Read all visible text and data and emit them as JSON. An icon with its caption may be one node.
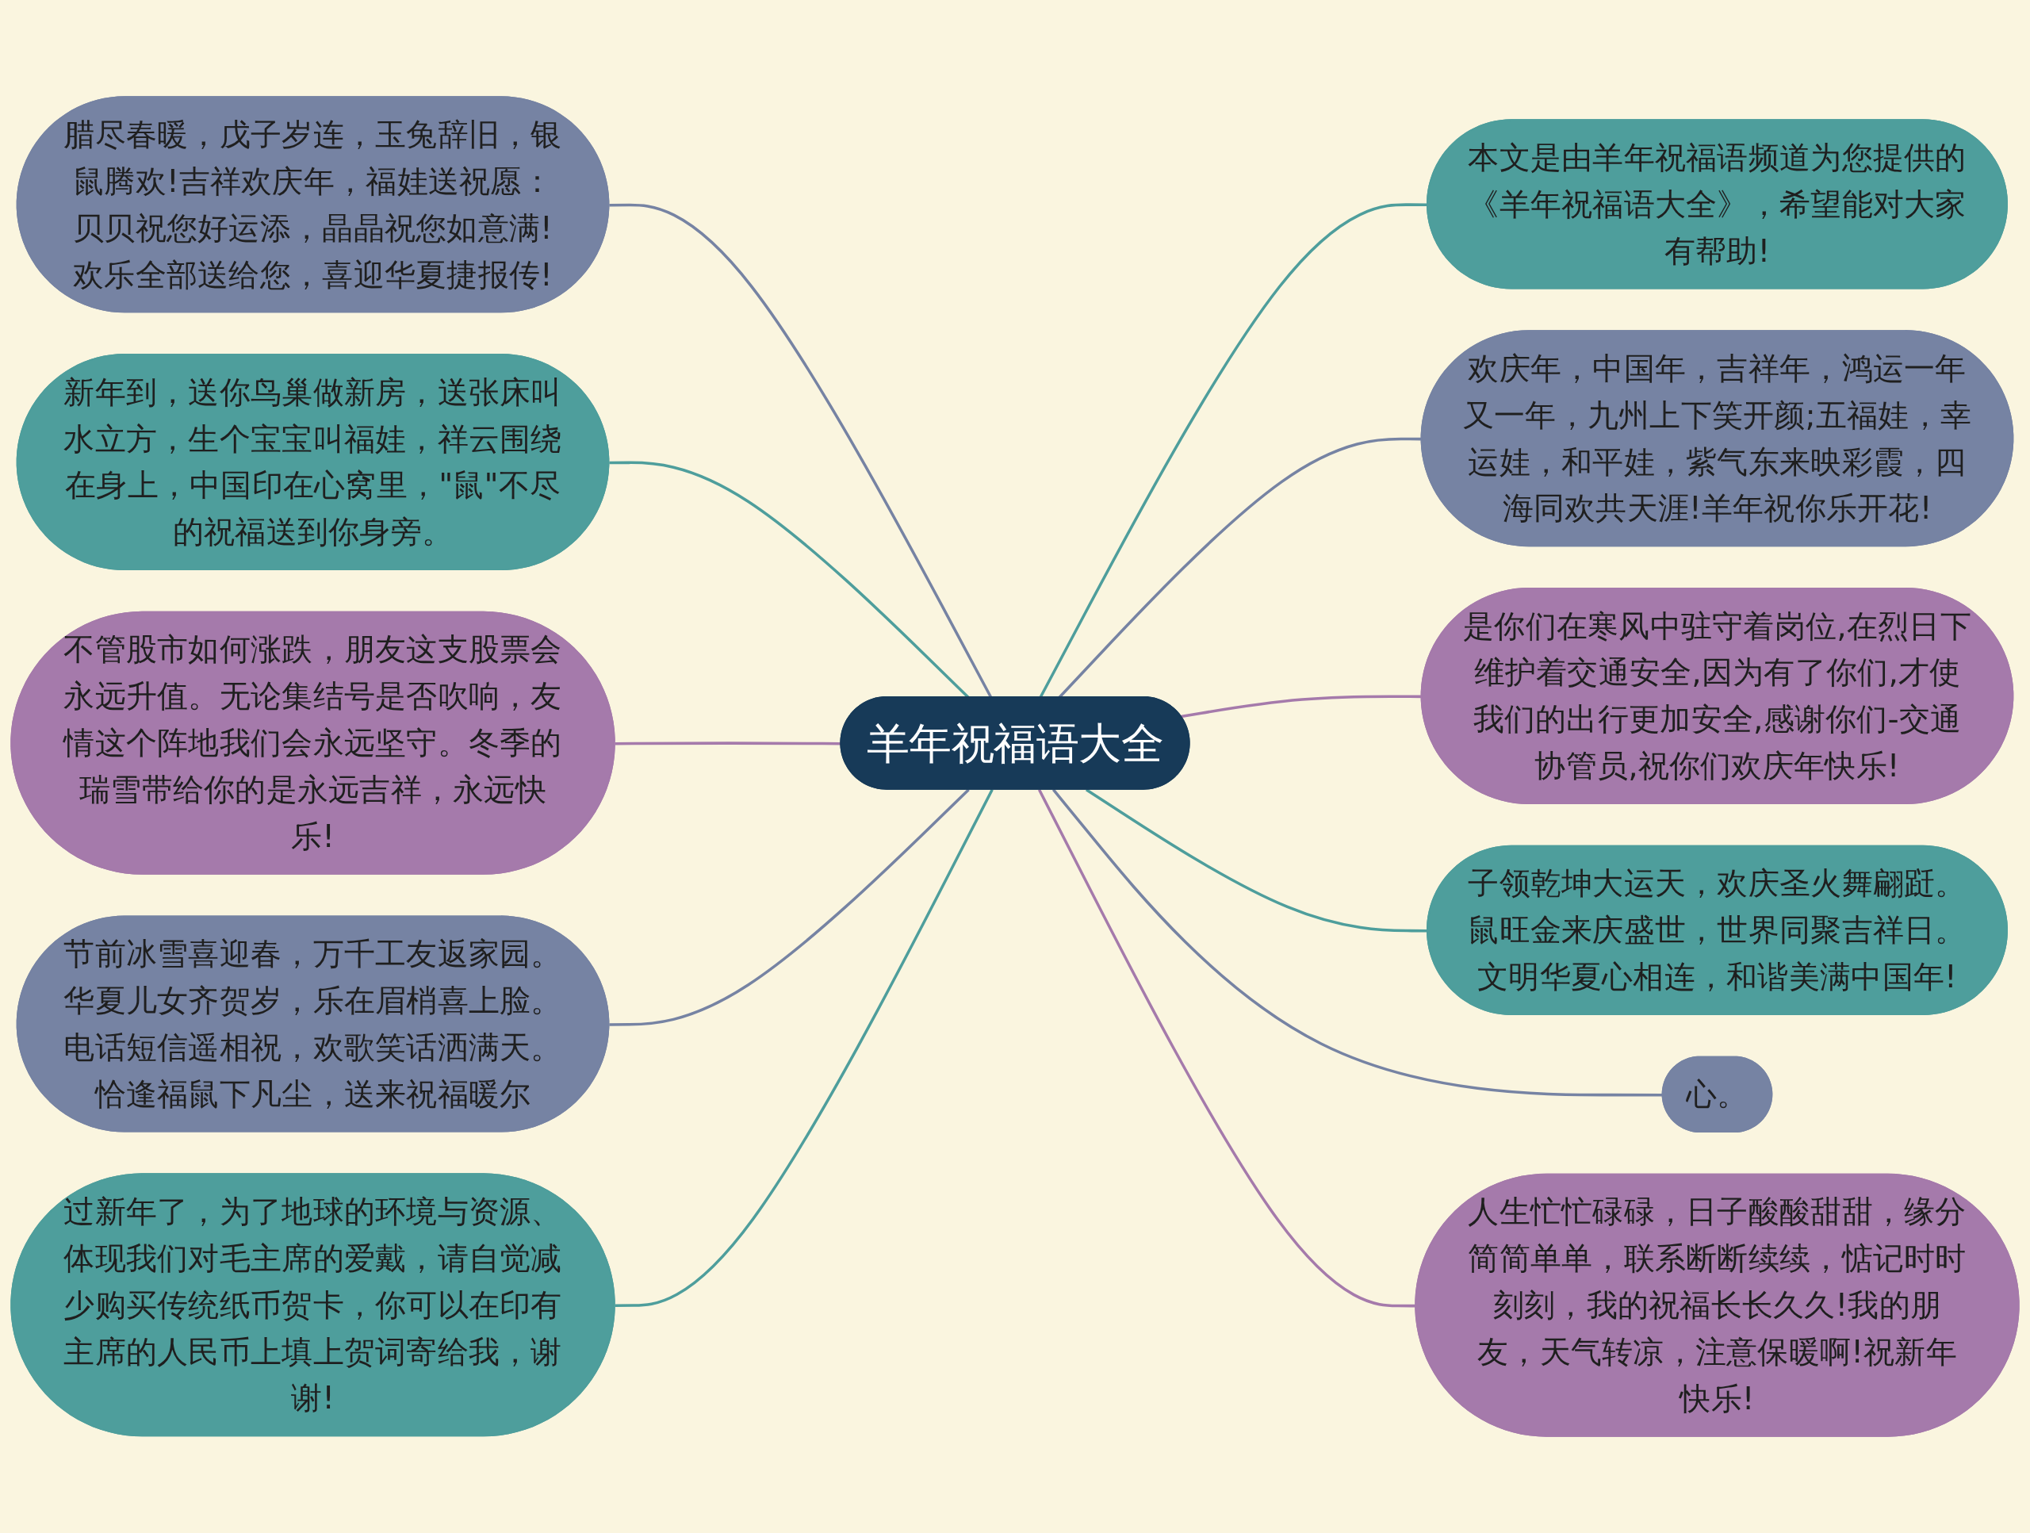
{
  "diagram": {
    "nodes": [
      {
        "text": [
          "羊年祝福语大全"
        ]
      },
      {
        "text": [
          "腊尽春暖，戊子岁连，玉兔辞旧，银鼠腾欢!吉祥欢庆年，福娃送祝愿：贝贝祝您好运添，晶晶祝您如意满!欢乐全部送给您，喜迎华夏捷报传!"
        ]
      },
      {
        "text": [
          "新年到，送你鸟巢做新房，送张床叫水立方，生个宝宝叫福娃，祥云围绕在身上，中国印在心窝里，\"鼠\"不尽的祝福送到你身旁。"
        ]
      },
      {
        "text": [
          "不管股市如何涨跌，朋友这支股票会永远升值。无论集结号是否吹响，友情这个阵地我们会永远坚守。冬季的瑞雪带给你的是永远吉祥，永远快乐!"
        ]
      },
      {
        "text": [
          "节前冰雪喜迎春，万千工友返家园。华夏儿女齐贺岁，乐在眉梢喜上脸。电话短信遥相祝，欢歌笑话洒满天。恰逢福鼠下凡尘，送来祝福暖尔"
        ]
      },
      {
        "text": [
          "过新年了，为了地球的环境与资源、体现我们对毛主席的爱戴，请自觉减少购买传统纸币贺卡，你可以在印有主席的人民币上填上贺词寄给我，谢谢!"
        ]
      },
      {
        "text": [
          "本文是由羊年祝福语频道为您提供的《羊年祝福语大全》，希望能对大家有帮助!"
        ]
      },
      {
        "text": [
          "欢庆年，中国年，吉祥年，鸿运一年又一年，九州上下笑开颜;五福娃，幸运娃，和平娃，紫气东来映彩霞，四海同欢共天涯!羊年祝你乐开花!"
        ]
      },
      {
        "text": [
          "是你们在寒风中驻守着岗位,在烈日下维护着交通安全,因为有了你们,才使我们的出行更加安全,感谢你们-交通协管员,祝你们欢庆年快乐!"
        ]
      },
      {
        "text": [
          "子领乾坤大运天，欢庆圣火舞翩跹。鼠旺金来庆盛世，世界同聚吉祥日。文明华夏心相连，和谐美满中国年!"
        ]
      },
      {
        "text": [
          "心。"
        ]
      },
      {
        "text": [
          "人生忙忙碌碌，日子酸酸甜甜，缘分简简单单，联系断断续续，惦记时时刻刻，我的祝福长长久久!我的朋友，天气转凉，注意保暖啊!祝新年快乐!"
        ]
      }
    ],
    "edges": [
      {
        "from": 1,
        "to": 0,
        "arrow": "none",
        "color": "#7683a3"
      },
      {
        "from": 2,
        "to": 0,
        "arrow": "none",
        "color": "#4e9e9c"
      },
      {
        "from": 3,
        "to": 0,
        "arrow": "none",
        "color": "#a57aab"
      },
      {
        "from": 4,
        "to": 0,
        "arrow": "none",
        "color": "#7683a3"
      },
      {
        "from": 5,
        "to": 0,
        "arrow": "none",
        "color": "#4e9e9c"
      },
      {
        "from": 0,
        "to": 6,
        "arrow": "none",
        "color": "#4e9e9c"
      },
      {
        "from": 0,
        "to": 7,
        "arrow": "none",
        "color": "#7683a3"
      },
      {
        "from": 0,
        "to": 8,
        "arrow": "none",
        "color": "#a57aab"
      },
      {
        "from": 0,
        "to": 9,
        "arrow": "none",
        "color": "#4e9e9c"
      },
      {
        "from": 0,
        "to": 10,
        "arrow": "none",
        "color": "#7683a3"
      },
      {
        "from": 0,
        "to": 11,
        "arrow": "none",
        "color": "#a57aab"
      }
    ]
  }
}
